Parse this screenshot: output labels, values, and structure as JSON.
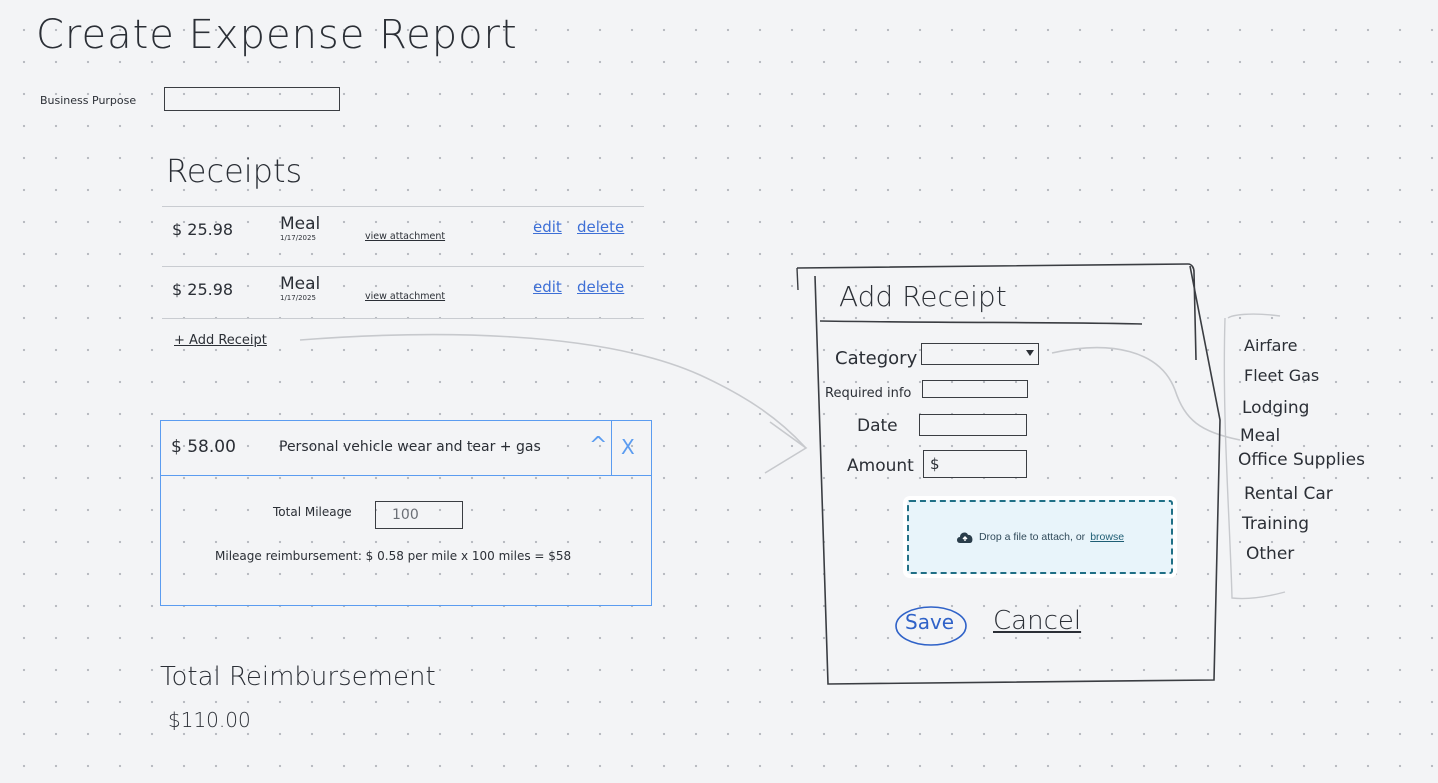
{
  "page": {
    "title": "Create Expense Report",
    "business_purpose_label": "Business Purpose",
    "business_purpose_value": ""
  },
  "receipts": {
    "heading": "Receipts",
    "rows": [
      {
        "amount": "$ 25.98",
        "category": "Meal",
        "date": "1/17/2025",
        "view_label": "view attachment",
        "edit_label": "edit",
        "delete_label": "delete"
      },
      {
        "amount": "$ 25.98",
        "category": "Meal",
        "date": "1/17/2025",
        "view_label": "view attachment",
        "edit_label": "edit",
        "delete_label": "delete"
      }
    ],
    "add_label": "+ Add Receipt"
  },
  "mileage": {
    "amount": "$ 58.00",
    "description": "Personal vehicle wear and tear + gas",
    "collapse_glyph": "^",
    "close_glyph": "X",
    "total_mileage_label": "Total Mileage",
    "total_mileage_value": "100",
    "reimbursement_text": "Mileage reimbursement: $ 0.58 per mile x 100 miles = $58"
  },
  "total": {
    "label": "Total Reimbursement",
    "value": "$110.00"
  },
  "dialog": {
    "title": "Add Receipt",
    "category_label": "Category",
    "required_info_label": "Required info",
    "date_label": "Date",
    "amount_label": "Amount",
    "amount_prefix": "$",
    "dropzone_text": "Drop a file to attach, or",
    "dropzone_link": "browse",
    "save_label": "Save",
    "cancel_label": "Cancel"
  },
  "category_options": [
    "Airfare",
    "Fleet Gas",
    "Lodging",
    "Meal",
    "Office Supplies",
    "Rental Car",
    "Training",
    "Other"
  ],
  "colors": {
    "ink": "#2b2f36",
    "link_blue": "#3d6fd6",
    "panel_blue": "#5b9cf0",
    "dropzone_border": "#1f6f86",
    "dropzone_bg": "#e8f4fa"
  },
  "icons": {
    "dropdown": "dropdown-arrow-icon",
    "upload": "cloud-upload-icon",
    "collapse": "chevron-up-icon",
    "close": "close-icon"
  }
}
